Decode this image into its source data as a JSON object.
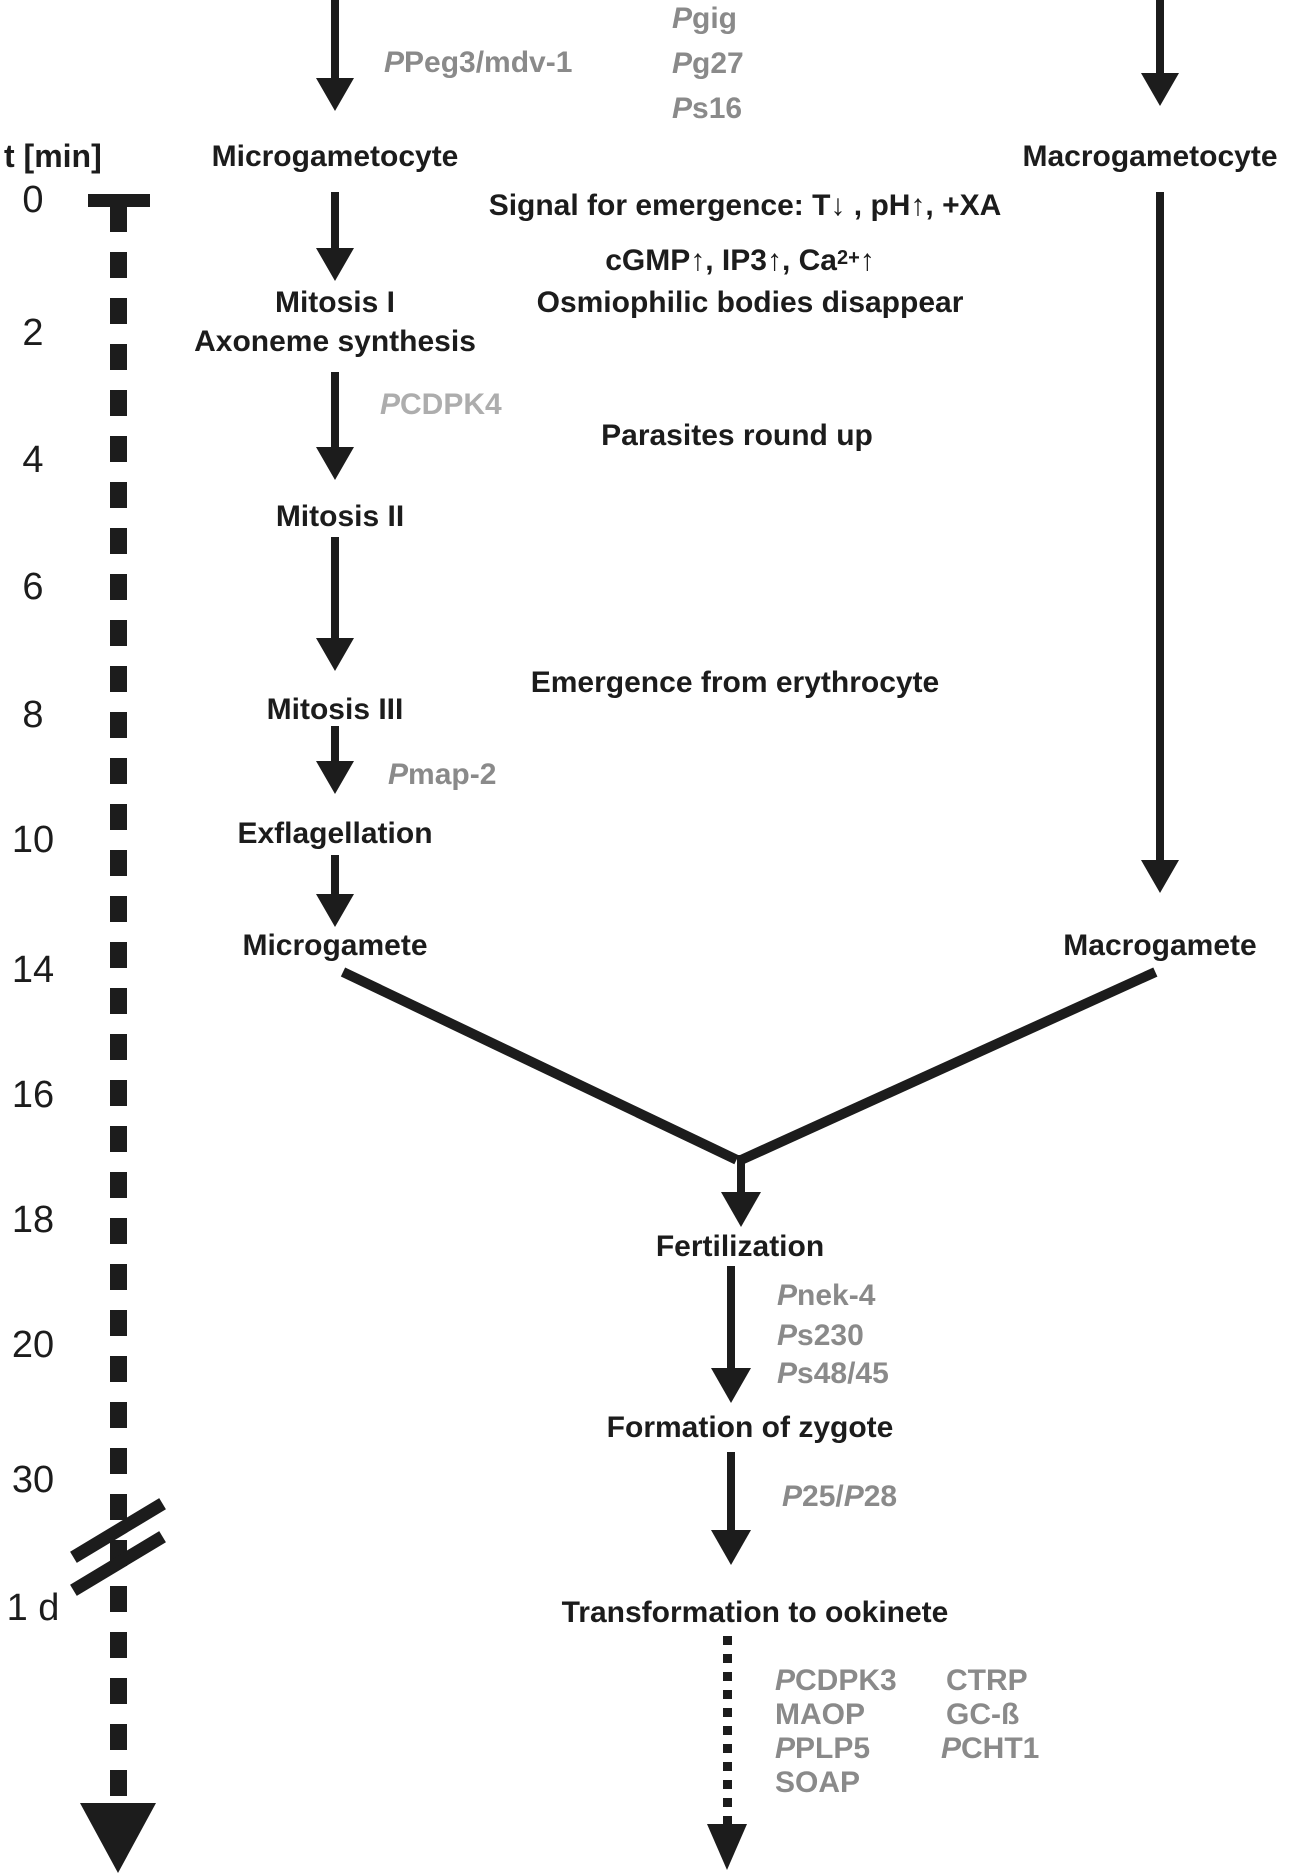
{
  "axis": {
    "label": "t [min]",
    "ticks": [
      "0",
      "2",
      "4",
      "6",
      "8",
      "10",
      "14",
      "16",
      "18",
      "20",
      "30",
      "1 d"
    ]
  },
  "stages": {
    "microgametocyte": "Microgametocyte",
    "mitosis1": "Mitosis I",
    "axoneme": "Axoneme synthesis",
    "mitosis2": "Mitosis II",
    "mitosis3": "Mitosis III",
    "exflagellation": "Exflagellation",
    "microgamete": "Microgamete",
    "macrogametocyte": "Macrogametocyte",
    "macrogamete": "Macrogamete",
    "fertilization": "Fertilization",
    "formation_of_zygote": "Formation of zygote",
    "transformation_to_ookinete": "Transformation to ookinete"
  },
  "events": {
    "signal": "Signal for emergence: T↓ , pH↑, +XA",
    "second_messengers": [
      {
        "t": "cGMP↑, IP3↑, Ca"
      },
      {
        "s": "2+"
      },
      {
        "t": "↑"
      }
    ],
    "osmiophilic": "Osmiophilic bodies disappear",
    "parasites_round_up": "Parasites round up",
    "emergence": "Emergence from erythrocyte"
  },
  "genes": {
    "ppeg3_mdv1": [
      {
        "i": "P"
      },
      {
        "t": "Peg3/mdv-1"
      }
    ],
    "pgig": [
      {
        "i": "P"
      },
      {
        "t": "gig"
      }
    ],
    "pg27": [
      {
        "i": "P"
      },
      {
        "t": "g27"
      }
    ],
    "ps16": [
      {
        "i": "P"
      },
      {
        "t": "s16"
      }
    ],
    "pcdpk4": [
      {
        "i": "P"
      },
      {
        "t": "CDPK4"
      }
    ],
    "pmap2": [
      {
        "i": "P"
      },
      {
        "t": "map-2"
      }
    ],
    "pnek4": [
      {
        "i": "P"
      },
      {
        "t": "nek-4"
      }
    ],
    "ps230": [
      {
        "i": "P"
      },
      {
        "t": "s230"
      }
    ],
    "ps48_45": [
      {
        "i": "P"
      },
      {
        "t": "s48/45"
      }
    ],
    "p25_p28": [
      {
        "i": "P"
      },
      {
        "t": "25/"
      },
      {
        "i": "P"
      },
      {
        "t": "28"
      }
    ],
    "pcdpk3": [
      {
        "i": "P"
      },
      {
        "t": "CDPK3"
      }
    ],
    "ctrp": [
      {
        "t": "CTRP"
      }
    ],
    "maop": [
      {
        "t": "MAOP"
      }
    ],
    "gc_beta": [
      {
        "t": "GC-ß"
      }
    ],
    "pplp5": [
      {
        "i": "P"
      },
      {
        "t": "PLP5"
      }
    ],
    "pcht1": [
      {
        "i": "P"
      },
      {
        "t": "CHT1"
      }
    ],
    "soap": [
      {
        "t": "SOAP"
      }
    ]
  },
  "colors": {
    "ink": "#1c1c1c",
    "gene": "#8a8a8a",
    "gene_light": "#adadad",
    "bg": "#ffffff"
  }
}
